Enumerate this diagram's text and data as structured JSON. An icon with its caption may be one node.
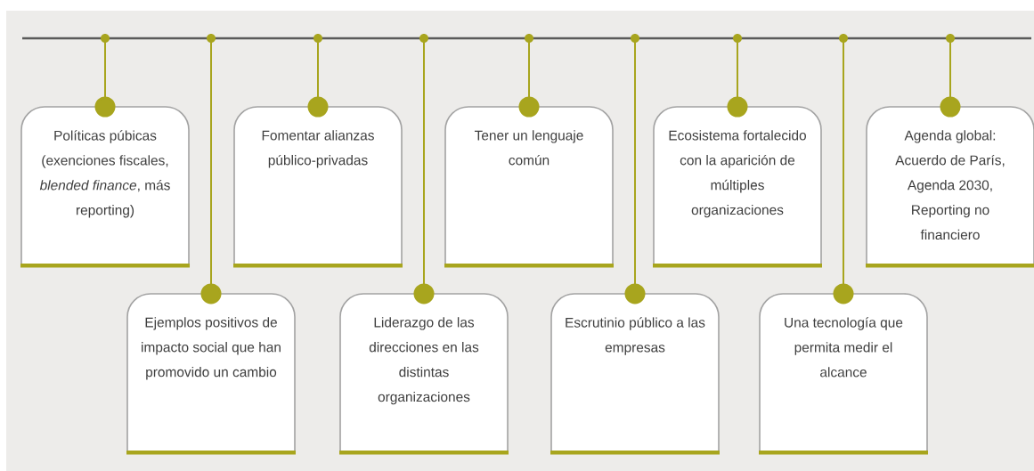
{
  "diagram": {
    "nodes": [
      {
        "text": [],
        "shape": "bar"
      },
      {
        "text": [
          "Políticas púbicas (exenciones fiscales, *blended finance*, más reporting)"
        ]
      },
      {
        "text": [
          "Ejemplos positivos de impacto social que han promovido un cambio"
        ]
      },
      {
        "text": [
          "Fomentar alianzas público-privadas"
        ]
      },
      {
        "text": [
          "Liderazgo de las direcciones en las distintas organizaciones"
        ]
      },
      {
        "text": [
          "Tener un lenguaje común"
        ]
      },
      {
        "text": [
          "Escrutinio público a las empresas"
        ]
      },
      {
        "text": [
          "Ecosistema fortalecido con la aparición de múltiples organizaciones"
        ]
      },
      {
        "text": [
          "Una tecnología que permita medir el alcance"
        ]
      },
      {
        "text": [
          "Agenda global: Acuerdo de París, Agenda 2030, Reporting no financiero"
        ]
      }
    ],
    "edges": [
      {
        "from": 0,
        "to": 1,
        "arrow": "other"
      },
      {
        "from": 0,
        "to": 2,
        "arrow": "other"
      },
      {
        "from": 0,
        "to": 3,
        "arrow": "other"
      },
      {
        "from": 0,
        "to": 4,
        "arrow": "other"
      },
      {
        "from": 0,
        "to": 5,
        "arrow": "other"
      },
      {
        "from": 0,
        "to": 6,
        "arrow": "other"
      },
      {
        "from": 0,
        "to": 7,
        "arrow": "other"
      },
      {
        "from": 0,
        "to": 8,
        "arrow": "other"
      },
      {
        "from": 0,
        "to": 9,
        "arrow": "other"
      }
    ]
  }
}
